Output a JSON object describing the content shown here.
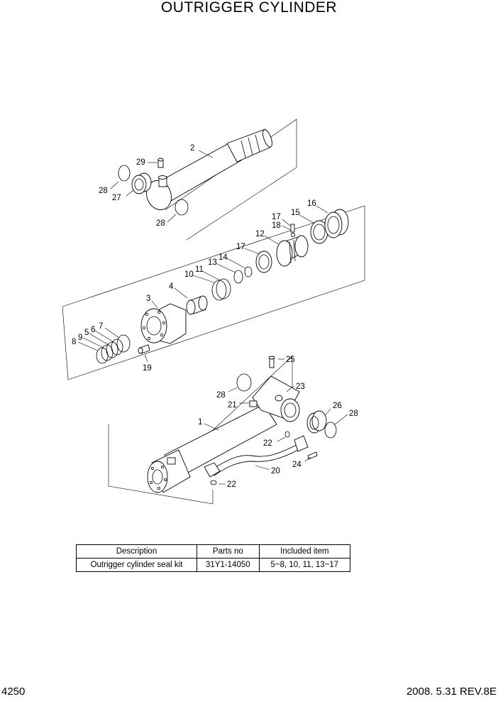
{
  "title": "OUTRIGGER CYLINDER",
  "callouts": {
    "c1": "1",
    "c2": "2",
    "c3": "3",
    "c4": "4",
    "c5": "5",
    "c6": "6",
    "c7": "7",
    "c8": "8",
    "c9": "9",
    "c10": "10",
    "c11": "11",
    "c12": "12",
    "c13": "13",
    "c14": "14",
    "c15": "15",
    "c16": "16",
    "c17a": "17",
    "c17b": "17",
    "c18": "18",
    "c19": "19",
    "c20": "20",
    "c21": "21",
    "c22a": "22",
    "c22b": "22",
    "c23": "23",
    "c24": "24",
    "c25": "25",
    "c26": "26",
    "c27": "27",
    "c28a": "28",
    "c28b": "28",
    "c28c": "28",
    "c28d": "28",
    "c29": "29"
  },
  "table": {
    "headers": [
      "Description",
      "Parts no",
      "Included item"
    ],
    "rows": [
      [
        "Outrigger cylinder seal kit",
        "31Y1-14050",
        "5~8, 10, 11, 13~17"
      ]
    ]
  },
  "footer": {
    "page_number": "4250",
    "revision": "2008. 5.31  REV.8E"
  }
}
